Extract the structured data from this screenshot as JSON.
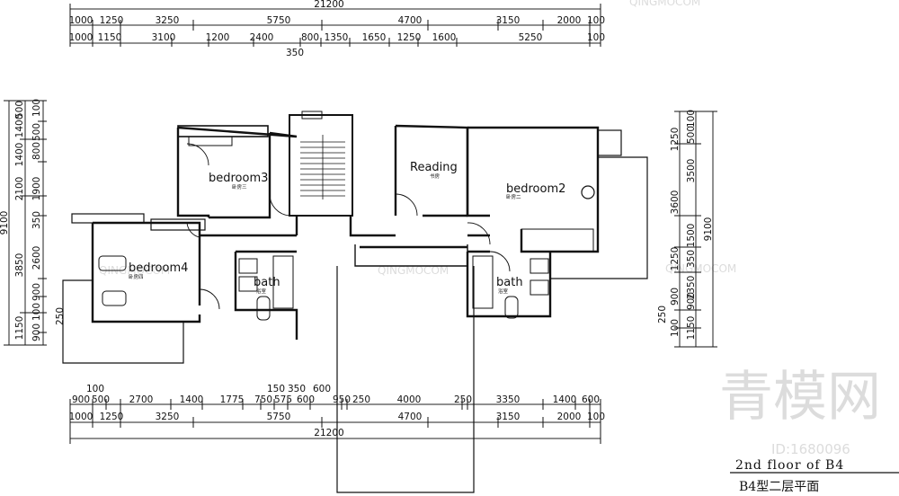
{
  "dimensions": {
    "top_total": "21200",
    "top_row1": [
      "1000",
      "1250",
      "3250",
      "5750",
      "4700",
      "3150",
      "2000",
      "100"
    ],
    "top_row2": [
      "1000",
      "1150",
      "3100",
      "1200",
      "2400",
      "800",
      "1350",
      "1650",
      "1250",
      "1600",
      "5250",
      "100"
    ],
    "top_sub": "350",
    "bot_small": [
      "100",
      "150",
      "350",
      "600"
    ],
    "bot_row1": [
      "900",
      "500",
      "2700",
      "1400",
      "1775",
      "750",
      "575",
      "600",
      "950",
      "250",
      "4000",
      "250",
      "3350",
      "1400",
      "600"
    ],
    "bot_row2": [
      "1000",
      "1250",
      "3250",
      "5750",
      "4700",
      "3150",
      "2000",
      "100"
    ],
    "bot_total": "21200",
    "left_total": "9100",
    "left_col1": [
      "1400",
      "2100",
      "3850",
      "1150"
    ],
    "left_col2": [
      "100",
      "500",
      "800",
      "1900",
      "350",
      "2600",
      "900",
      "100",
      "900"
    ],
    "left_col3": [
      "500",
      "1400",
      "250"
    ],
    "right_total": "9100",
    "right_col1": [
      "1250",
      "3500",
      "1500",
      "1250",
      "350",
      "900",
      "250",
      "1150"
    ],
    "right_col2": [
      "100",
      "500",
      "3600",
      "2350",
      "100",
      "900"
    ]
  },
  "rooms": {
    "bedroom3": "bedroom3",
    "bedroom3_cn": "卧房三",
    "reading": "Reading",
    "reading_cn": "书房",
    "bedroom2": "bedroom2",
    "bedroom2_cn": "卧房二",
    "bedroom4": "bedroom4",
    "bedroom4_cn": "卧房四",
    "bath_left": "bath",
    "bath_left_cn": "浴室",
    "bath_right": "bath",
    "bath_right_cn": "浴室"
  },
  "title": {
    "line1": "2nd floor of B4",
    "line2": "B4型二层平面"
  },
  "watermark": {
    "brand": "青模网",
    "site": "QINGMOCOM",
    "id": "ID:1680096"
  }
}
